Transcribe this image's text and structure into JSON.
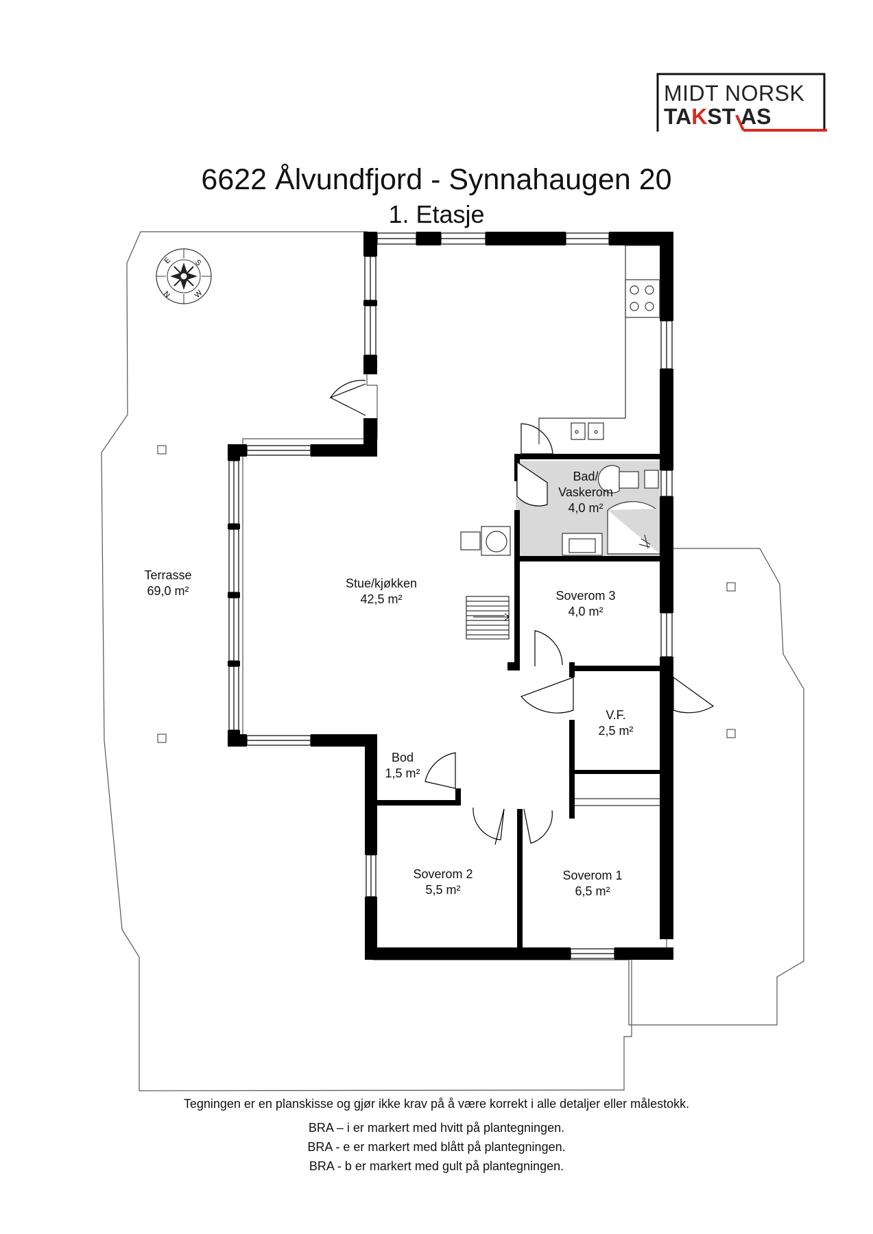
{
  "logo": {
    "line1": "MIDT NORSK",
    "line2_part1": "TA",
    "line2_k": "K",
    "line2_part2": "ST AS",
    "accent_color": "#d9291c"
  },
  "title": "6622 Ålvundfjord - Synnahaugen 20",
  "subtitle": "1. Etasje",
  "compass": {
    "letters": [
      "E",
      "S",
      "W",
      "N"
    ]
  },
  "rooms": {
    "terrasse": {
      "name": "Terrasse",
      "area": "69,0 m²"
    },
    "stue": {
      "name": "Stue/kjøkken",
      "area": "42,5 m²"
    },
    "bad": {
      "name_line1": "Bad/",
      "name_line2": "Vaskerom",
      "area": "4,0 m²"
    },
    "soverom3": {
      "name": "Soverom 3",
      "area": "4,0 m²"
    },
    "vf": {
      "name": "V.F.",
      "area": "2,5 m²"
    },
    "bod": {
      "name": "Bod",
      "area": "1,5 m²"
    },
    "soverom2": {
      "name": "Soverom 2",
      "area": "5,5 m²"
    },
    "soverom1": {
      "name": "Soverom 1",
      "area": "6,5 m²"
    }
  },
  "footer": {
    "line1": "Tegningen er en planskisse og gjør ikke krav på å være korrekt i alle detaljer eller målestokk.",
    "line2": "BRA – i er markert med hvitt på plantegningen.",
    "line3": "BRA - e er markert med blått på plantegningen.",
    "line4": "BRA - b er markert med gult på plantegningen."
  },
  "colors": {
    "wall": "#000000",
    "terrace_fill": "#ffffff",
    "bath_fill": "#d9d9d9",
    "line": "#444444"
  }
}
